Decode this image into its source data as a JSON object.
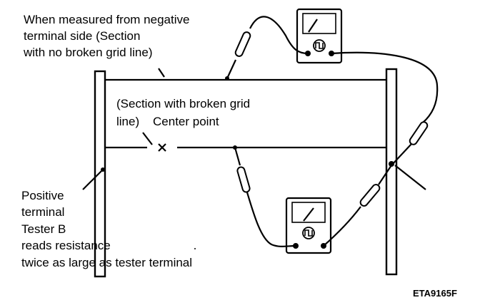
{
  "labels": {
    "negative_side": [
      "When measured from negative",
      "terminal side (Section",
      "with no broken grid line)"
    ],
    "broken_section": [
      "(Section with broken grid",
      "line)    Center point"
    ],
    "positive_terminal": [
      "Positive",
      "terminal",
      "Tester B",
      "reads resistance",
      "twice as large as tester terminal"
    ],
    "code": "ETA9165F"
  },
  "icons": {
    "ohm_symbol": "ohmmeter-symbol-icon",
    "break_mark": "x-mark-icon"
  },
  "colors": {
    "ink": "#000000",
    "paper": "#ffffff"
  }
}
